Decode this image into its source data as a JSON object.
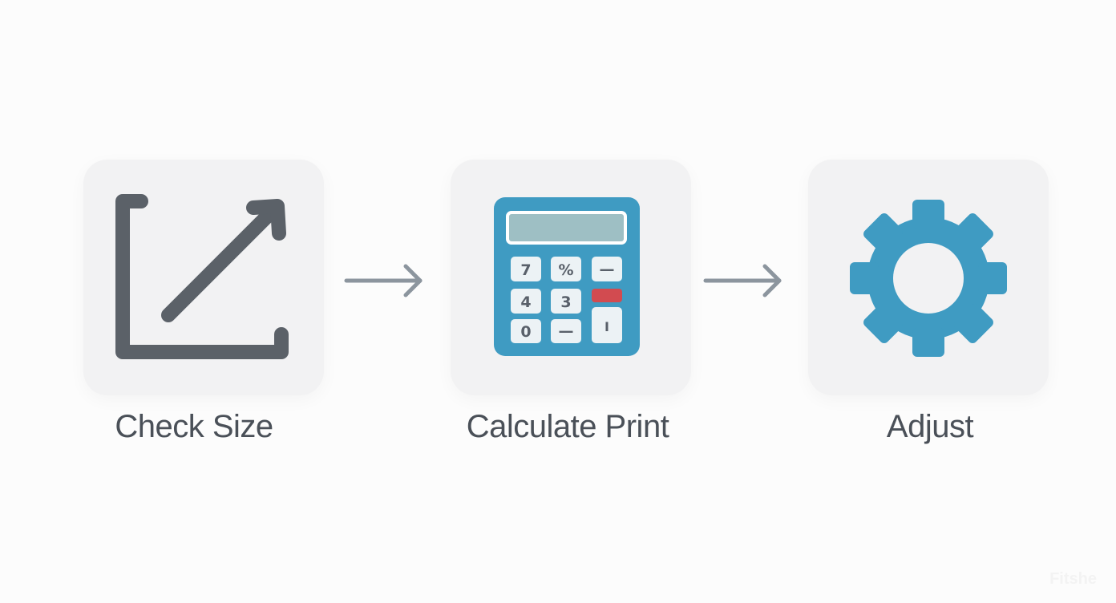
{
  "steps": [
    {
      "label": "Check Size",
      "icon": "resize-arrow-icon"
    },
    {
      "label": "Calculate Print",
      "icon": "calculator-icon"
    },
    {
      "label": "Adjust",
      "icon": "gear-icon"
    }
  ],
  "calculator": {
    "keys": [
      "7",
      "%",
      "—",
      "4",
      "3",
      "0",
      "—",
      "I"
    ]
  },
  "watermark": "Fitshe",
  "colors": {
    "accent_blue": "#3f9bc2",
    "icon_gray": "#5b6168",
    "arrow_gray": "#8c959e",
    "label_text": "#4a5058",
    "calc_red_key": "#d24b50"
  }
}
